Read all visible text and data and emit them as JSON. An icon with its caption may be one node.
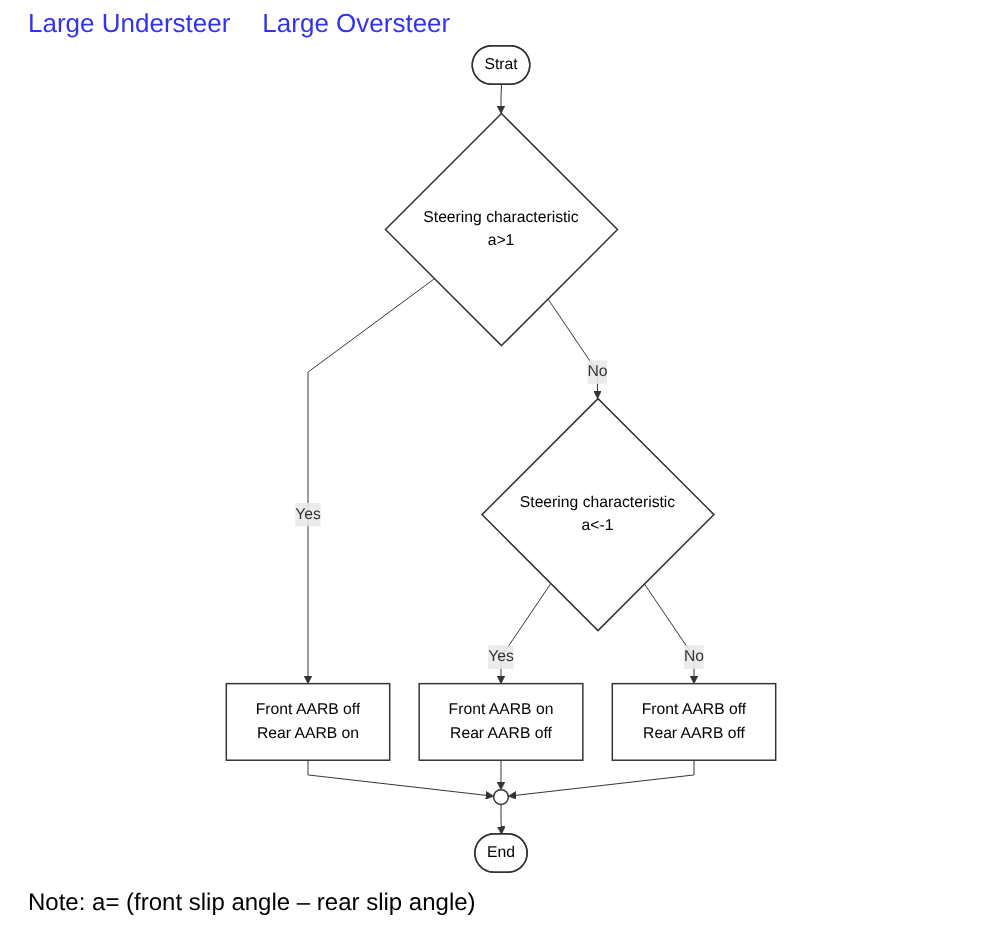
{
  "diagram": {
    "nodes": [
      {
        "text": [
          "Strat"
        ]
      },
      {
        "text": [
          "Steering characteristic a>1"
        ]
      },
      {
        "text": [
          "Steering characteristic a<-1"
        ]
      },
      {
        "text": [
          "Front AARB off Rear AARB on"
        ]
      },
      {
        "text": [
          "Front AARB on Rear AARB off"
        ]
      },
      {
        "text": [
          "Front AARB off Rear AARB off"
        ]
      },
      {
        "text": [],
        "shape": "circle"
      },
      {
        "text": [
          "End"
        ]
      }
    ],
    "edges": [
      {
        "from": 0,
        "to": 1,
        "arrow": "to"
      },
      {
        "from": 1,
        "to": 2,
        "arrow": "to",
        "label": "No"
      },
      {
        "from": 1,
        "to": 3,
        "arrow": "to",
        "label": "Yes"
      },
      {
        "from": 2,
        "to": 5,
        "arrow": "to",
        "label": "No"
      },
      {
        "from": 2,
        "to": 4,
        "arrow": "to",
        "label": "Yes"
      },
      {
        "from": 3,
        "to": 6,
        "arrow": "to"
      },
      {
        "from": 4,
        "to": 6,
        "arrow": "to"
      },
      {
        "from": 5,
        "to": 6,
        "arrow": "to"
      },
      {
        "from": 6,
        "to": 7,
        "arrow": "to"
      }
    ],
    "labels": [
      "Large Understeer",
      "Large Oversteer",
      "Note:  a= (front slip angle – rear slip angle)"
    ]
  }
}
